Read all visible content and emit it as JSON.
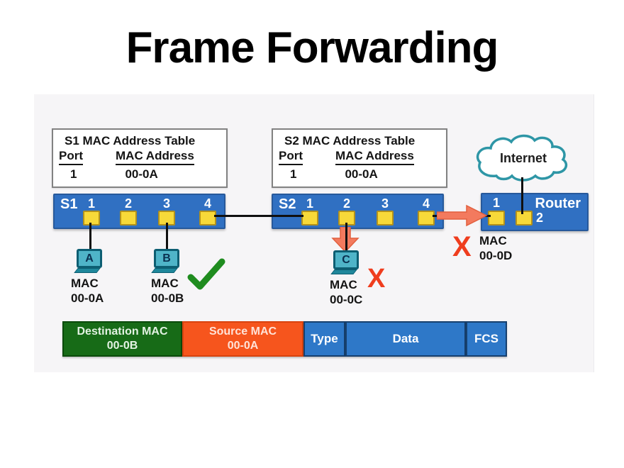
{
  "title": "Frame Forwarding",
  "tables": {
    "s1": {
      "title": "S1 MAC Address Table",
      "port_header": "Port",
      "mac_header": "MAC Address",
      "row_port": "1",
      "row_mac": "00-0A"
    },
    "s2": {
      "title": "S2 MAC Address Table",
      "port_header": "Port",
      "mac_header": "MAC Address",
      "row_port": "1",
      "row_mac": "00-0A"
    }
  },
  "internet": {
    "label": "Internet"
  },
  "switch_s1": {
    "label": "S1",
    "ports": [
      "1",
      "2",
      "3",
      "4"
    ]
  },
  "switch_s2": {
    "label": "S2",
    "ports": [
      "1",
      "2",
      "3",
      "4"
    ]
  },
  "router": {
    "label": "Router",
    "port1": "1",
    "port2": "2"
  },
  "hosts": [
    {
      "letter": "A",
      "mac_label": "MAC",
      "mac": "00-0A"
    },
    {
      "letter": "B",
      "mac_label": "MAC",
      "mac": "00-0B"
    },
    {
      "letter": "C",
      "mac_label": "MAC",
      "mac": "00-0C"
    }
  ],
  "c_x_mark": "X",
  "router_block": {
    "x_mark": "X",
    "mac_label": "MAC",
    "mac": "00-0D"
  },
  "frame": {
    "dest": {
      "label": "Destination MAC",
      "value": "00-0B"
    },
    "src": {
      "label": "Source MAC",
      "value": "00-0A"
    },
    "type_label": "Type",
    "data_label": "Data",
    "fcs_label": "FCS"
  },
  "icons": {
    "check": "check-mark",
    "cloud": "internet-cloud",
    "arrow_right": "forward-arrow",
    "arrow_down": "flood-arrow"
  },
  "colors": {
    "switch_blue": "#3070c2",
    "port_yellow": "#f7d939",
    "frame_green": "#176b17",
    "frame_orange": "#f6551d",
    "frame_blue": "#2e78c8",
    "arrow_salmon": "#f37a5e",
    "x_red": "#ef3d1e",
    "check_green": "#1f8c1f",
    "cloud_teal": "#2e96a6"
  }
}
